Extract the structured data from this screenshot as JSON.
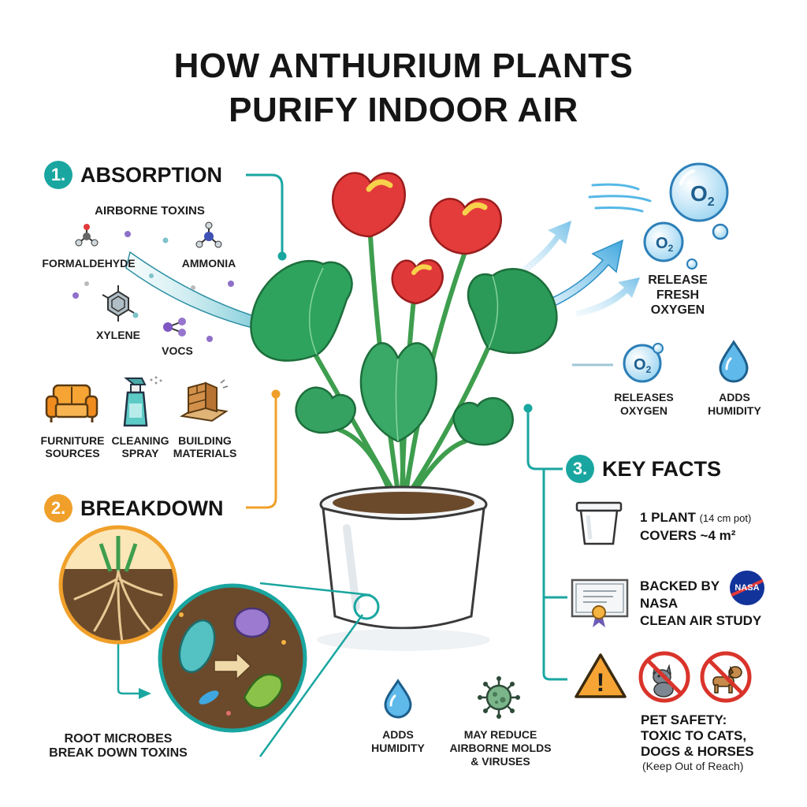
{
  "title": {
    "line1": "HOW ANTHURIUM PLANTS",
    "line2": "PURIFY INDOOR AIR"
  },
  "absorption": {
    "number": "1.",
    "heading": "ABSORPTION",
    "toxins_label": "AIRBORNE TOXINS",
    "toxins": [
      "FORMALDEHYDE",
      "AMMONIA",
      "XYLENE",
      "VOCs"
    ],
    "sources": [
      "FURNITURE\nSOURCES",
      "CLEANING\nSPRAY",
      "BUILDING\nMATERIALS"
    ]
  },
  "breakdown": {
    "number": "2.",
    "heading": "BREAKDOWN",
    "caption_line1": "ROOT MICROBES",
    "caption_line2": "BREAK DOWN TOXINS"
  },
  "oxygen": {
    "o2_symbol": "O",
    "o2_sub": "2",
    "release_line1": "RELEASE",
    "release_line2": "FRESH",
    "release_line3": "OXYGEN",
    "releases_line1": "RELEASES",
    "releases_line2": "OXYGEN",
    "humidity_line1": "ADDS",
    "humidity_line2": "HUMIDITY"
  },
  "bottom": {
    "humidity_line1": "ADDS",
    "humidity_line2": "HUMIDITY",
    "molds_line1": "MAY REDUCE",
    "molds_line2": "AIRBORNE MOLDS",
    "molds_line3": "& VIRUSES"
  },
  "key_facts": {
    "number": "3.",
    "heading": "KEY FACTS",
    "pot_line1_main": "1 PLANT",
    "pot_line1_small": "(14 cm pot)",
    "pot_line2": "COVERS ~4 m²",
    "nasa_line1": "BACKED BY",
    "nasa_line2": "NASA",
    "nasa_line3": "CLEAN AIR STUDY",
    "nasa_logo": "NASA",
    "warning_symbol": "!",
    "pet_line1": "PET SAFETY:",
    "pet_line2": "TOXIC TO CATS,",
    "pet_line3": "DOGS & HORSES",
    "pet_line4": "(Keep Out of Reach)"
  },
  "colors": {
    "teal": "#1aa6a0",
    "orange": "#f0a02a",
    "leaf": "#2e9e5c",
    "flower": "#e23a3a",
    "blue": "#4fb3e8",
    "soil": "#6b4a2b",
    "red": "#d9342b"
  },
  "icons": [
    "molecule-icon",
    "sofa-icon",
    "spray-bottle-icon",
    "bricks-icon",
    "oxygen-bubble-icon",
    "water-drop-icon",
    "virus-icon",
    "pot-icon",
    "certificate-icon",
    "warning-icon",
    "no-cat-icon",
    "no-dog-icon"
  ]
}
